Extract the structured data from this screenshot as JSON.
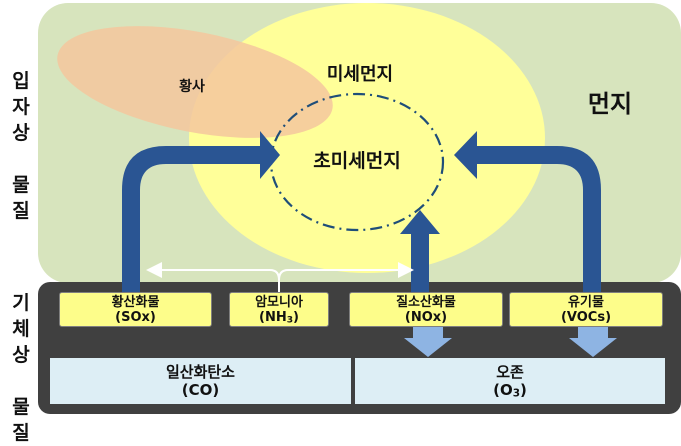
{
  "side_labels": {
    "particulate": "입\n자\n상\n\n물\n질",
    "gaseous": "기\n체\n상\n\n물\n질"
  },
  "regions": {
    "dust": "먼지",
    "fine_dust": "미세먼지",
    "ultrafine_dust": "초미세먼지",
    "yellow_dust": "황사"
  },
  "precursors": [
    {
      "name": "황산화물",
      "formula": "(SOx)"
    },
    {
      "name": "암모니아",
      "formula": "(NH",
      "formula_sub": "3",
      "formula_end": ")"
    },
    {
      "name": "질소산화물",
      "formula": "(NOx)"
    },
    {
      "name": "유기물",
      "formula": "(VOCs)"
    }
  ],
  "products": [
    {
      "name": "일산화탄소",
      "formula": "(CO)"
    },
    {
      "name": "오존",
      "formula": "(O",
      "formula_sub": "3",
      "formula_end": ")"
    }
  ],
  "colors": {
    "dust_green": "#d7e4bd",
    "fine_yellow": "#ffff99",
    "yellow_dust_orange": "#f5c79e",
    "gas_dark": "#404040",
    "arrow_navy": "#2a5593",
    "arrow_light": "#8eb4e3",
    "box_yellow": "#fdfd8a",
    "box_blue": "#ddeef5",
    "circle_dash": "#1f4e79"
  }
}
